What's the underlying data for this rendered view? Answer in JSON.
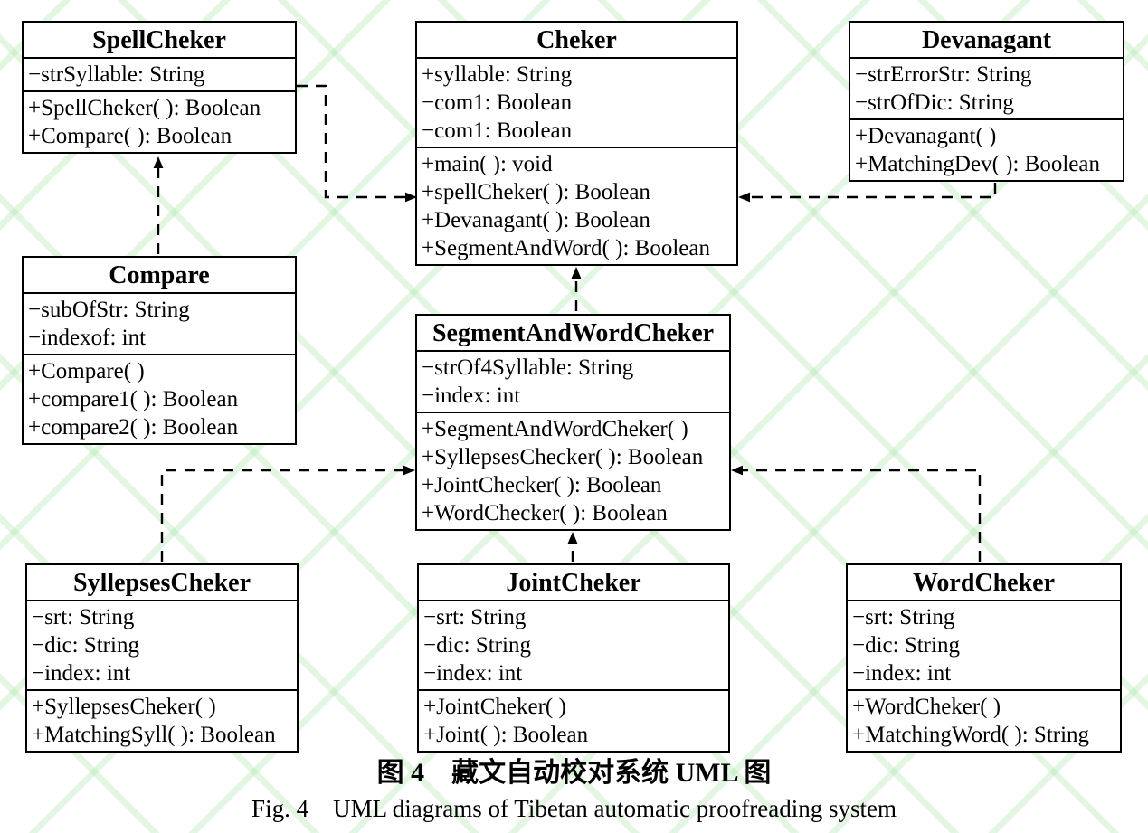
{
  "diagram": {
    "type": "uml-class-diagram",
    "colors": {
      "box_border": "#000000",
      "box_background": "#ffffff",
      "text": "#000000",
      "watermark_green": "#d9f3d9"
    },
    "classes": [
      {
        "name": "SpellCheker",
        "attributes": [
          "−strSyllable: String"
        ],
        "methods": [
          "+SpellCheker( ): Boolean",
          "+Compare( ): Boolean"
        ]
      },
      {
        "name": "Cheker",
        "attributes": [
          "+syllable: String",
          "−com1: Boolean",
          "−com1: Boolean"
        ],
        "methods": [
          "+main( ): void",
          "+spellCheker( ): Boolean",
          "+Devanagant( ): Boolean",
          "+SegmentAndWord( ): Boolean"
        ]
      },
      {
        "name": "Devanagant",
        "attributes": [
          "−strErrorStr: String",
          "−strOfDic: String"
        ],
        "methods": [
          "+Devanagant( )",
          "+MatchingDev( ): Boolean"
        ]
      },
      {
        "name": "Compare",
        "attributes": [
          "−subOfStr: String",
          "−indexof: int"
        ],
        "methods": [
          "+Compare( )",
          "+compare1( ): Boolean",
          "+compare2( ): Boolean"
        ]
      },
      {
        "name": "SegmentAndWordCheker",
        "attributes": [
          "−strOf4Syllable: String",
          "−index: int"
        ],
        "methods": [
          "+SegmentAndWordCheker( )",
          "+SyllepsesChecker( ): Boolean",
          "+JointChecker( ): Boolean",
          "+WordChecker( ): Boolean"
        ]
      },
      {
        "name": "SyllepsesCheker",
        "attributes": [
          "−srt: String",
          "−dic: String",
          "−index: int"
        ],
        "methods": [
          "+SyllepsesCheker( )",
          "+MatchingSyll( ): Boolean"
        ]
      },
      {
        "name": "JointCheker",
        "attributes": [
          "−srt: String",
          "−dic: String",
          "−index: int"
        ],
        "methods": [
          "+JointCheker( )",
          "+Joint( ): Boolean"
        ]
      },
      {
        "name": "WordCheker",
        "attributes": [
          "−srt: String",
          "−dic: String",
          "−index: int"
        ],
        "methods": [
          "+WordCheker( )",
          "+MatchingWord( ): String"
        ]
      }
    ],
    "relationships": [
      {
        "from": "SpellCheker",
        "to": "Cheker",
        "style": "dashed-arrow"
      },
      {
        "from": "Compare",
        "to": "SpellCheker",
        "style": "dashed-arrow"
      },
      {
        "from": "Devanagant",
        "to": "Cheker",
        "style": "dashed-arrow"
      },
      {
        "from": "SegmentAndWordCheker",
        "to": "Cheker",
        "style": "dashed-arrow"
      },
      {
        "from": "SyllepsesCheker",
        "to": "SegmentAndWordCheker",
        "style": "dashed-arrow"
      },
      {
        "from": "JointCheker",
        "to": "SegmentAndWordCheker",
        "style": "dashed-arrow"
      },
      {
        "from": "WordCheker",
        "to": "SegmentAndWordCheker",
        "style": "dashed-arrow"
      }
    ],
    "caption_zh": "图 4　藏文自动校对系统 UML 图",
    "caption_en": "Fig. 4　UML diagrams of Tibetan automatic proofreading system"
  }
}
